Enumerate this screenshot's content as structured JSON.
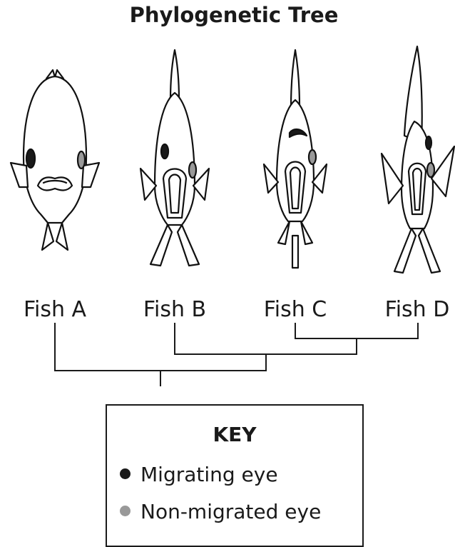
{
  "title": "Phylogenetic Tree",
  "fish": [
    {
      "label": "Fish A"
    },
    {
      "label": "Fish B"
    },
    {
      "label": "Fish C"
    },
    {
      "label": "Fish D"
    }
  ],
  "tree_groups": [
    [
      "Fish C",
      "Fish D"
    ],
    [
      "Fish B",
      [
        "Fish C",
        "Fish D"
      ]
    ],
    [
      "Fish A",
      [
        "Fish B",
        [
          "Fish C",
          "Fish D"
        ]
      ]
    ]
  ],
  "key": {
    "title": "KEY",
    "items": [
      {
        "label": "Migrating eye",
        "color": "#1a1a1a"
      },
      {
        "label": "Non-migrated eye",
        "color": "#999999"
      }
    ]
  },
  "colors": {
    "migrating_eye": "#1a1a1a",
    "non_migrated_eye": "#999999",
    "line": "#1a1a1a"
  }
}
